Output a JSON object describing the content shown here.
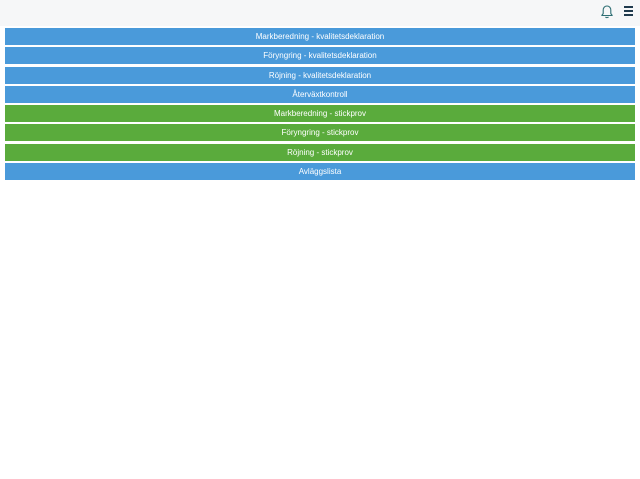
{
  "header": {
    "bell_icon": "bell-icon",
    "menu_icon": "hamburger-menu-icon"
  },
  "menu_items": [
    {
      "label": "Markberedning - kvalitetsdeklaration",
      "color": "#4a9ada"
    },
    {
      "label": "Föryngring - kvalitetsdeklaration",
      "color": "#4a9ada"
    },
    {
      "label": "Röjning - kvalitetsdeklaration",
      "color": "#4a9ada"
    },
    {
      "label": "Återväxtkontroll",
      "color": "#4a9ada"
    },
    {
      "label": "Markberedning - stickprov",
      "color": "#5aab3c"
    },
    {
      "label": "Föryngring - stickprov",
      "color": "#5aab3c"
    },
    {
      "label": "Röjning - stickprov",
      "color": "#5aab3c"
    },
    {
      "label": "Avläggslista",
      "color": "#4a9ada"
    }
  ]
}
